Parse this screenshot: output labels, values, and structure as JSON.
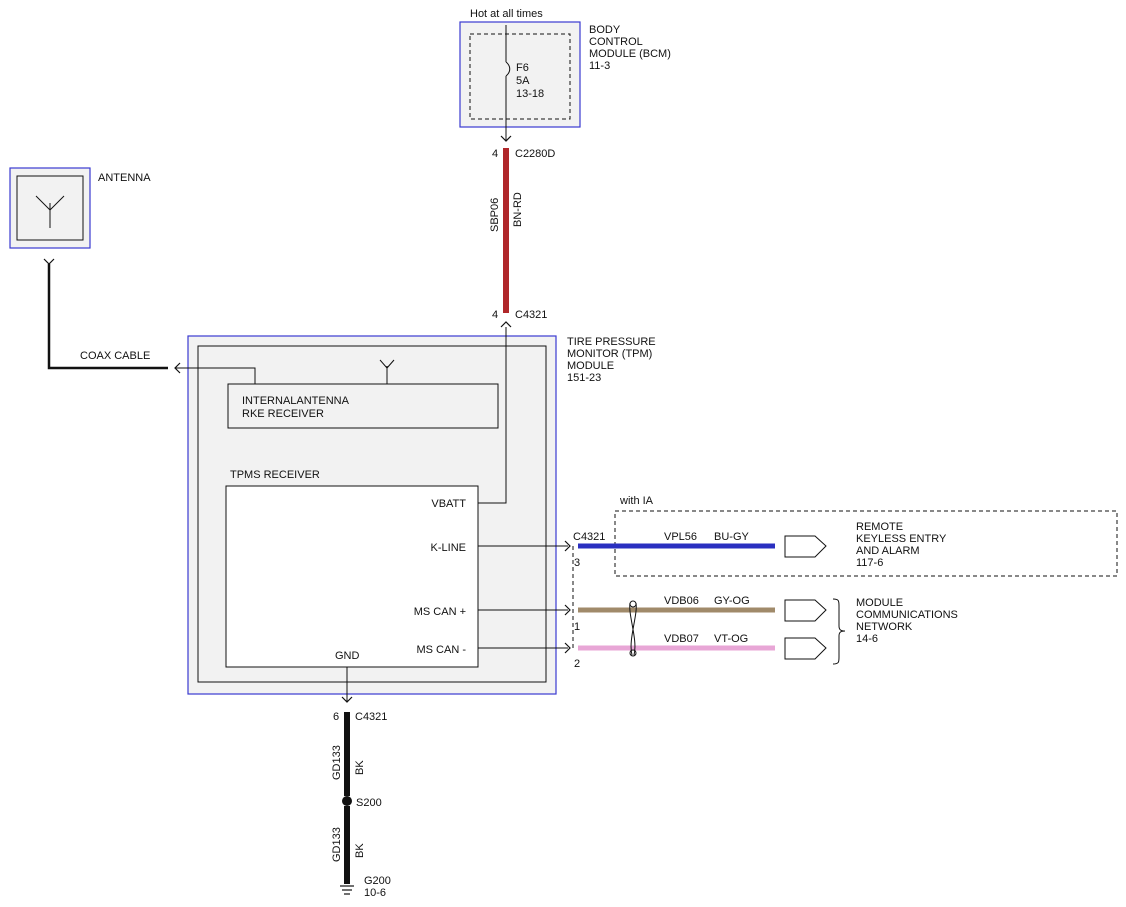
{
  "bcm": {
    "supply_label": "Hot at all times",
    "name_line1": "BODY",
    "name_line2": "CONTROL",
    "name_line3": "MODULE (BCM)",
    "ref": "11-3",
    "fuse_id": "F6",
    "fuse_rating": "5A",
    "fuse_ref": "13-18",
    "pin": "4",
    "connector": "C2280D"
  },
  "wires": {
    "power": {
      "circuit": "SBP06",
      "color_code": "BN-RD",
      "color": "#b0272a"
    },
    "ground_upper": {
      "circuit": "GD133",
      "color_code": "BK",
      "color": "#111111"
    },
    "ground_lower": {
      "circuit": "GD133",
      "color_code": "BK",
      "color": "#111111"
    },
    "kline": {
      "circuit": "VPL56",
      "color_code": "BU-GY",
      "color": "#2a2fc0"
    },
    "can_plus": {
      "circuit": "VDB06",
      "color_code": "GY-OG",
      "color": "#a08a6a"
    },
    "can_minus": {
      "circuit": "VDB07",
      "color_code": "VT-OG",
      "color": "#e8a6d6"
    }
  },
  "antenna": {
    "name": "ANTENNA",
    "cable_label": "COAX CABLE"
  },
  "tpm": {
    "name_line1": "TIRE PRESSURE",
    "name_line2": "MONITOR (TPM)",
    "name_line3": "MODULE",
    "ref": "151-23",
    "power_pin": "4",
    "power_connector": "C4321",
    "internal_antenna_line1": "INTERNALANTENNA",
    "internal_antenna_line2": "RKE RECEIVER",
    "receiver_title": "TPMS RECEIVER",
    "pin_vbatt": "VBATT",
    "pin_kline": "K-LINE",
    "pin_can_plus": "MS CAN +",
    "pin_can_minus": "MS CAN -",
    "pin_gnd": "GND",
    "out_connector": "C4321",
    "kline_pin": "3",
    "can_plus_pin": "1",
    "can_minus_pin": "2",
    "gnd_pin": "6",
    "gnd_connector": "C4321"
  },
  "option_label": "with IA",
  "rke": {
    "name_line1": "REMOTE",
    "name_line2": "KEYLESS ENTRY",
    "name_line3": "AND ALARM",
    "ref": "117-6"
  },
  "mcn": {
    "name_line1": "MODULE",
    "name_line2": "COMMUNICATIONS",
    "name_line3": "NETWORK",
    "ref": "14-6"
  },
  "splice": {
    "name": "S200"
  },
  "ground": {
    "name": "G200",
    "ref": "10-6"
  },
  "colors": {
    "module_border": "#3a3ad0",
    "module_fill": "#f2f2f2",
    "wire_thin": "#111111"
  }
}
